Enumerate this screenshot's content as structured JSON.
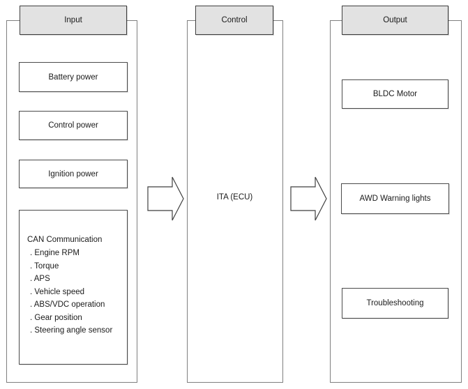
{
  "diagram": {
    "columns": [
      {
        "id": "input",
        "header": "Input",
        "boxes": [
          "Battery power",
          "Control power",
          "Ignition power"
        ],
        "can": {
          "title": "CAN Communication",
          "items": [
            ". Engine RPM",
            ". Torque",
            ". APS",
            ". Vehicle speed",
            ". ABS/VDC operation",
            ". Gear position",
            ". Steering angle sensor"
          ]
        }
      },
      {
        "id": "control",
        "header": "Control",
        "label": "ITA (ECU)"
      },
      {
        "id": "output",
        "header": "Output",
        "boxes": [
          "BLDC Motor",
          "AWD Warning lights",
          "Troubleshooting"
        ]
      }
    ],
    "colors": {
      "header_fill": "#e2e2e2",
      "header_border": "#3f3f3f",
      "inner_border": "#4a4a4a",
      "outer_border": "#7f7f7f",
      "background": "#ffffff",
      "text": "#1a1a1a"
    }
  }
}
